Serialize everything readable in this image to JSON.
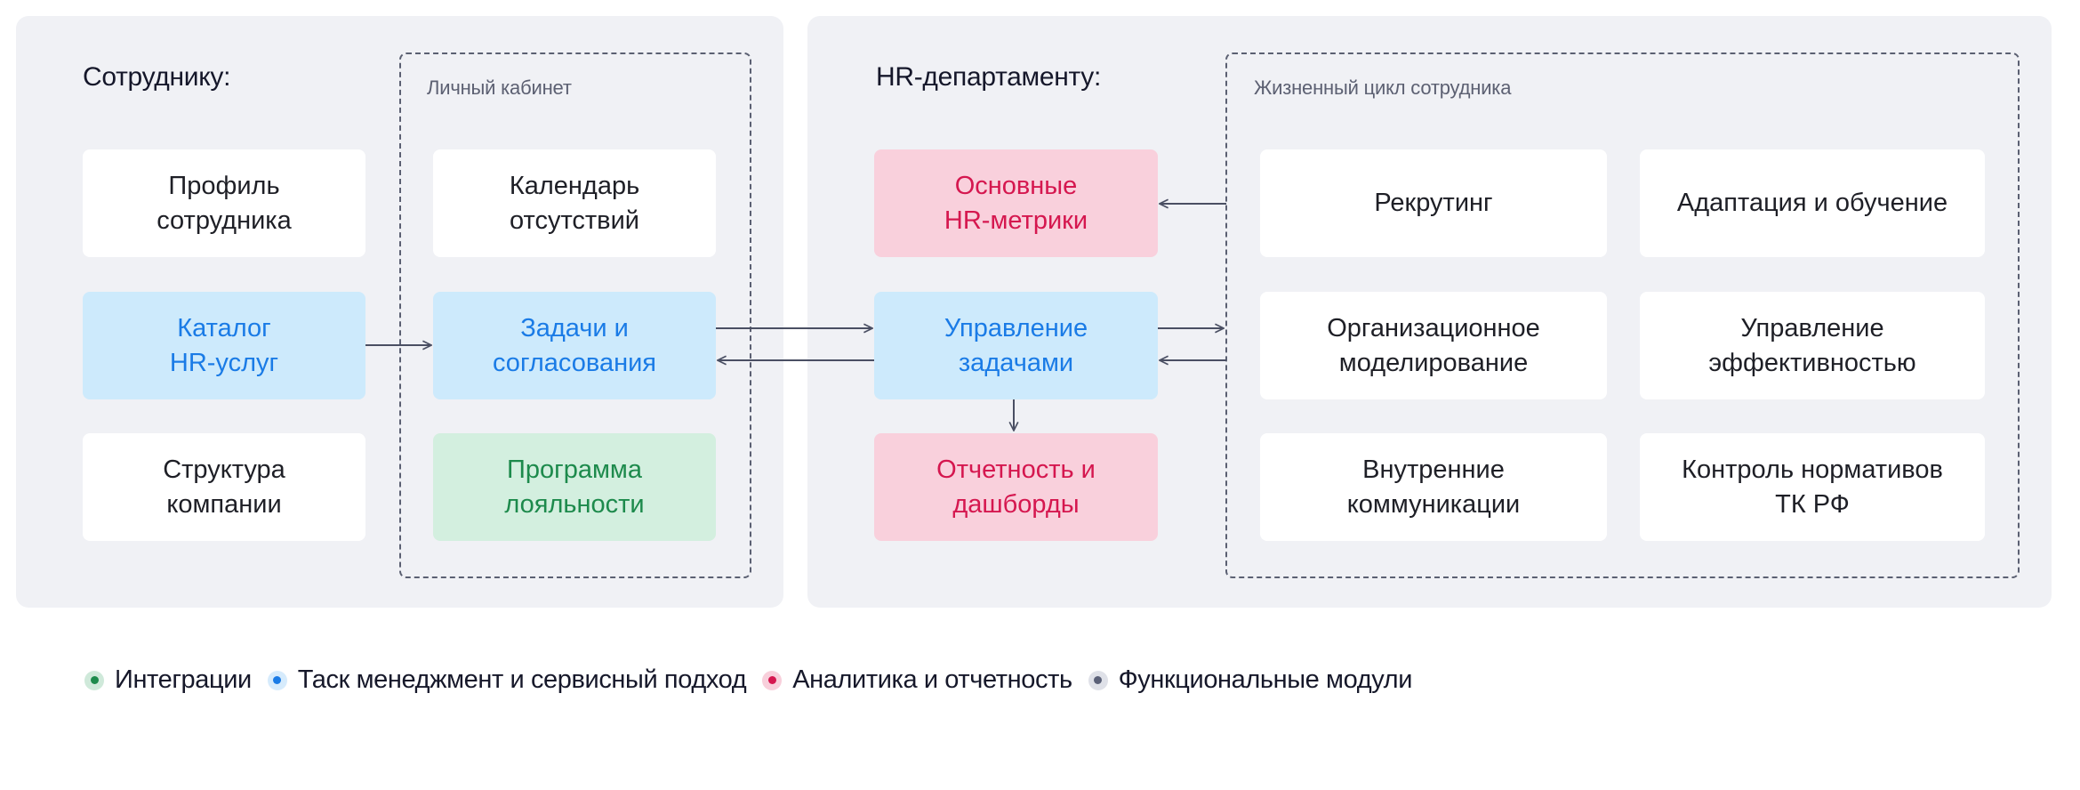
{
  "employee": {
    "heading": "Сотруднику:",
    "group_label": "Личный кабинет",
    "cards": {
      "profile": [
        "Профиль",
        "сотрудника"
      ],
      "catalog": [
        "Каталог",
        "HR-услуг"
      ],
      "structure": [
        "Структура",
        "компании"
      ],
      "calendar": [
        "Календарь",
        "отсутствий"
      ],
      "tasks": [
        "Задачи и",
        "согласования"
      ],
      "loyalty": [
        "Программа",
        "лояльности"
      ]
    }
  },
  "hr": {
    "heading": "HR-департаменту:",
    "group_label": "Жизненный цикл сотрудника",
    "cards": {
      "metrics": [
        "Основные",
        "HR-метрики"
      ],
      "task_mgmt": [
        "Управление",
        "задачами"
      ],
      "reports": [
        "Отчетность и",
        "дашборды"
      ]
    },
    "lifecycle": {
      "recruiting": [
        "Рекрутинг"
      ],
      "adaptation": [
        "Адаптация и обучение"
      ],
      "org_modeling": [
        "Организационное",
        "моделирование"
      ],
      "performance": [
        "Управление",
        "эффективностью"
      ],
      "communications": [
        "Внутренние",
        "коммуникации"
      ],
      "compliance": [
        "Контроль нормативов",
        "ТК РФ"
      ]
    }
  },
  "legend": [
    {
      "label": "Интеграции",
      "color": "#1d8a4c",
      "halo": "#cfe9da"
    },
    {
      "label": "Таск менеджмент и сервисный подход",
      "color": "#1a7be6",
      "halo": "#d6ebfc"
    },
    {
      "label": "Аналитика и отчетность",
      "color": "#d5174f",
      "halo": "#f8cfdb"
    },
    {
      "label": "Функциональные модули",
      "color": "#5b6178",
      "halo": "#dfe1e8"
    }
  ],
  "colors": {
    "panel_bg": "#f0f1f5",
    "arrow": "#4a4f63",
    "integration": "#1d8a4c",
    "task": "#1a7be6",
    "analytics": "#d5174f",
    "functional": "#5b6178"
  }
}
